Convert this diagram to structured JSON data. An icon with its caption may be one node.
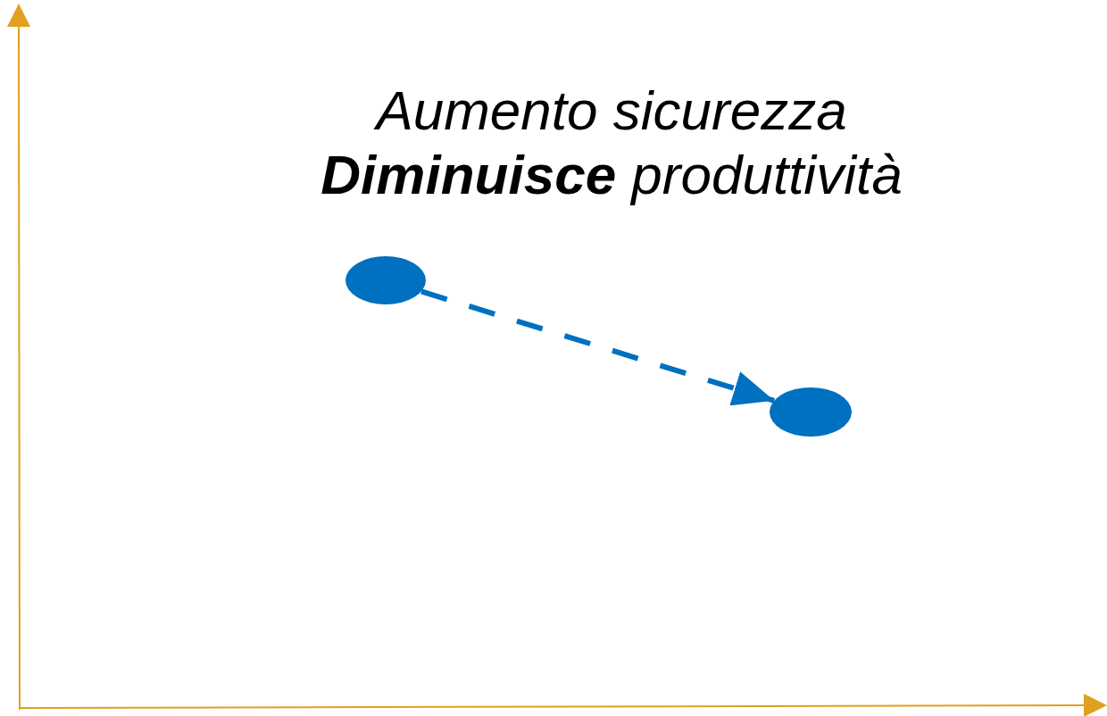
{
  "diagram": {
    "nodes": [
      {
        "text": [],
        "shape": "circle"
      },
      {
        "text": [],
        "shape": "circle"
      }
    ],
    "edges": [
      {
        "from": 0,
        "to": 1,
        "arrow": "to",
        "style": "dashed"
      }
    ],
    "labels": [
      "Aumento sicurezza **Diminuisce** produttività"
    ]
  }
}
